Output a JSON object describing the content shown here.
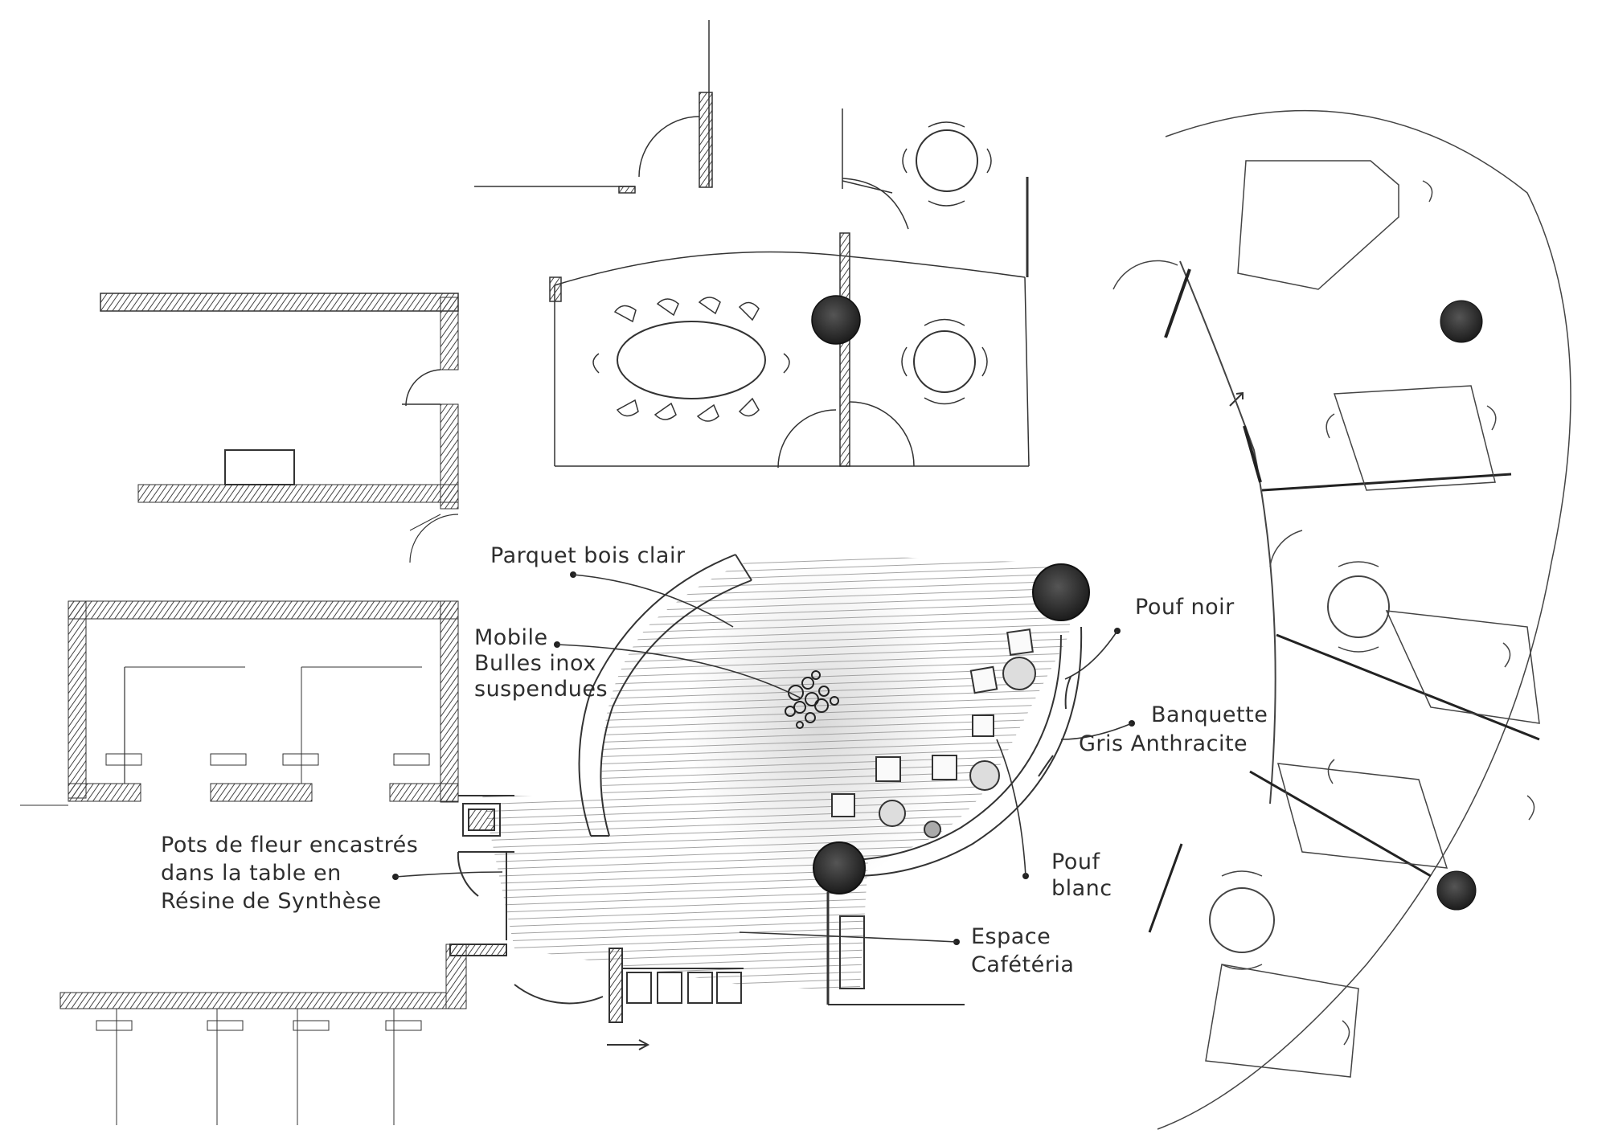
{
  "labels": {
    "parquet": "Parquet bois clair",
    "mobile_l1": "Mobile",
    "mobile_l2": "Bulles inox",
    "mobile_l3": "suspendues",
    "pots_l1": "Pots de fleur encastrés",
    "pots_l2": "dans la table en",
    "pots_l3": "Résine de Synthèse",
    "pouf_noir": "Pouf noir",
    "banquette_l1": "Banquette",
    "banquette_l2": "Gris Anthracite",
    "pouf_blanc_l1": "Pouf",
    "pouf_blanc_l2": "blanc",
    "espace_l1": "Espace",
    "espace_l2": "Cafétéria"
  },
  "colors": {
    "ink": "#2b2b2b",
    "pencil": "#7a7a7a",
    "hatch": "#b5b5b5",
    "paper": "#ffffff"
  }
}
